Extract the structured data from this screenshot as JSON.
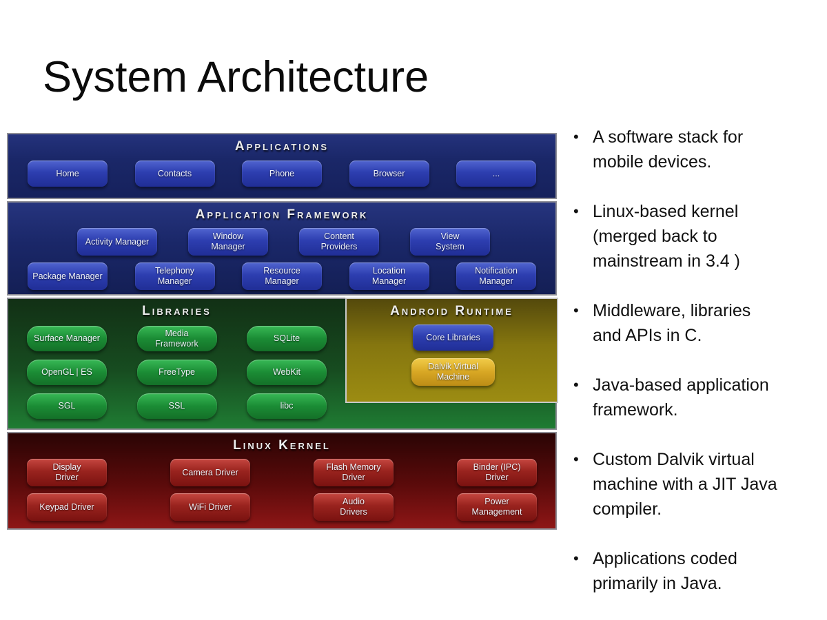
{
  "slide": {
    "title": "System Architecture"
  },
  "diagram": {
    "applications": {
      "header": "Applications",
      "items": [
        "Home",
        "Contacts",
        "Phone",
        "Browser",
        "..."
      ]
    },
    "framework": {
      "header": "Application Framework",
      "row1": [
        "Activity Manager",
        "Window\nManager",
        "Content\nProviders",
        "View\nSystem"
      ],
      "row2": [
        "Package Manager",
        "Telephony\nManager",
        "Resource\nManager",
        "Location\nManager",
        "Notification\nManager"
      ]
    },
    "libraries": {
      "header": "Libraries",
      "row1": [
        "Surface Manager",
        "Media\nFramework",
        "SQLite"
      ],
      "row2": [
        "OpenGL | ES",
        "FreeType",
        "WebKit"
      ],
      "row3": [
        "SGL",
        "SSL",
        "libc"
      ]
    },
    "runtime": {
      "header": "Android Runtime",
      "core": "Core Libraries",
      "dalvik": "Dalvik Virtual\nMachine"
    },
    "kernel": {
      "header": "Linux Kernel",
      "row1": [
        "Display\nDriver",
        "Camera Driver",
        "Flash Memory\nDriver",
        "Binder (IPC)\nDriver"
      ],
      "row2": [
        "Keypad Driver",
        "WiFi Driver",
        "Audio\nDrivers",
        "Power\nManagement"
      ]
    }
  },
  "bullets": [
    "A software stack for\nmobile devices.",
    "Linux-based kernel\n(merged back to\nmainstream in 3.4 )",
    "Middleware, libraries\nand APIs in C.",
    "Java-based application\nframework.",
    "Custom Dalvik virtual\nmachine with a JIT Java\ncompiler.",
    "Applications coded\nprimarily in Java."
  ],
  "colors": {
    "blue_panel": "#1a2768",
    "blue_button": "#2d3eb0",
    "green_panel": "#174c20",
    "green_button": "#1b8c35",
    "gold_panel": "#85760f",
    "gold_button": "#d8a724",
    "red_panel": "#5c0b0b",
    "red_button": "#99231e",
    "title_color": "#0b0b0b",
    "text_color": "#111111"
  }
}
